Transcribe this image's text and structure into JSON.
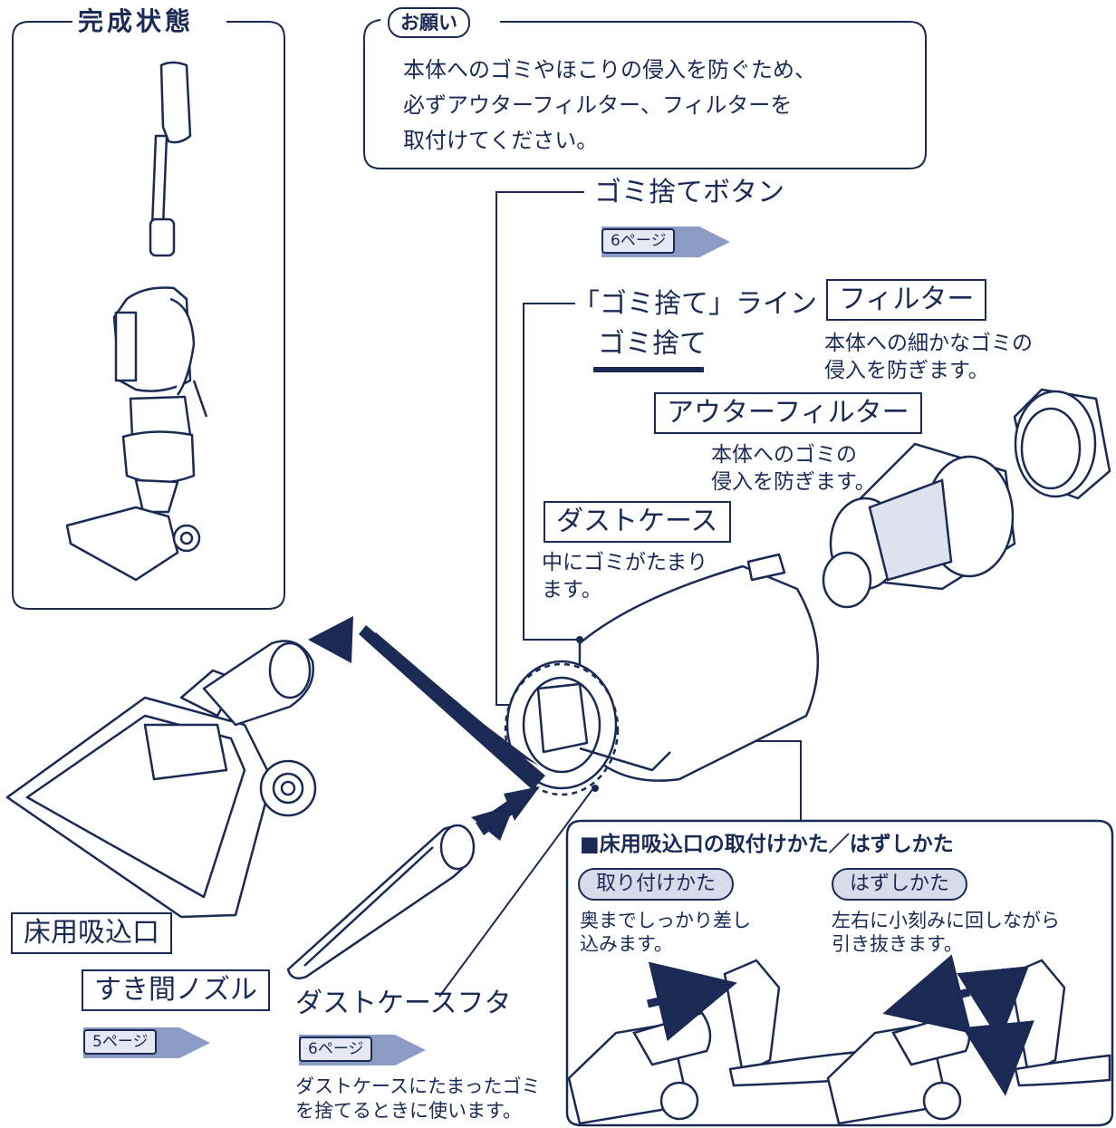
{
  "completed_state": {
    "title": "完成状態"
  },
  "request_note": {
    "tag": "お願い",
    "lines": [
      "本体へのゴミやほこりの侵入を防ぐため、",
      "必ずアウターフィルター、フィルターを",
      "取付けてください。"
    ]
  },
  "dust_button": {
    "label": "ゴミ捨てボタン",
    "page_ref": "6ページ"
  },
  "dust_line": {
    "label": "「ゴミ捨て」ライン",
    "marker_text": "ゴミ捨て"
  },
  "filter": {
    "label": "フィルター",
    "desc_lines": [
      "本体への細かなゴミの",
      "侵入を防ぎます。"
    ]
  },
  "outer_filter": {
    "label": "アウターフィルター",
    "desc_lines": [
      "本体へのゴミの",
      "侵入を防ぎます。"
    ]
  },
  "dust_case": {
    "label": "ダストケース",
    "desc_lines": [
      "中にゴミがたまり",
      "ます。"
    ]
  },
  "floor_nozzle": {
    "label": "床用吸込口"
  },
  "crevice_nozzle": {
    "label": "すき間ノズル",
    "page_ref": "5ページ"
  },
  "dust_case_lid": {
    "label": "ダストケースフタ",
    "page_ref": "6ページ",
    "desc_lines": [
      "ダストケースにたまったゴミ",
      "を捨てるときに使います。"
    ]
  },
  "attach_panel": {
    "title": "■床用吸込口の取付けかた／はずしかた",
    "attach": {
      "label": "取り付けかた",
      "desc_lines": [
        "奥までしっかり差し",
        "込みます。"
      ]
    },
    "detach": {
      "label": "はずしかた",
      "desc_lines": [
        "左右に小刻みに回しながら",
        "引き抜きます。"
      ]
    }
  },
  "colors": {
    "ink": "#1b2a55",
    "pill_fill": "#d7dbea",
    "arrow_fill": "#8b9bc6",
    "tab_fill": "#e6e9f3"
  }
}
